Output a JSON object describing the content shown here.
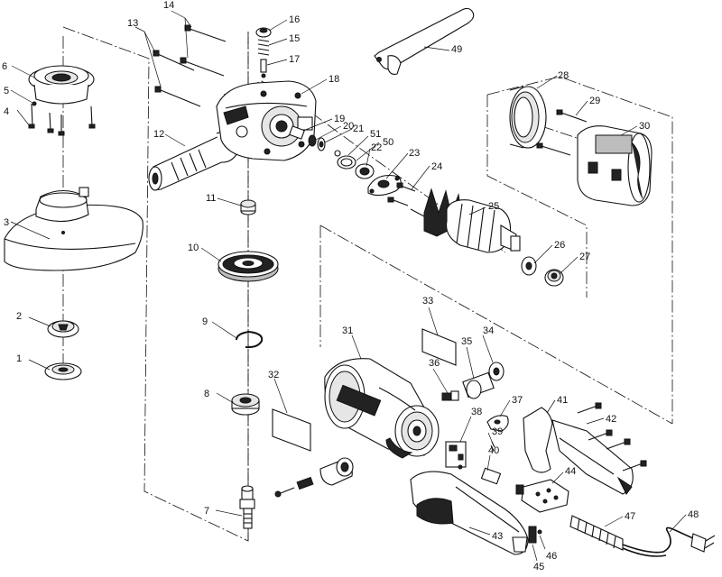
{
  "diagram": {
    "type": "exploded-parts-view",
    "part_numbers": [
      "1",
      "2",
      "3",
      "4",
      "5",
      "6",
      "7",
      "8",
      "9",
      "10",
      "11",
      "12",
      "13",
      "14",
      "15",
      "16",
      "17",
      "18",
      "19",
      "20",
      "21",
      "22",
      "23",
      "24",
      "25",
      "26",
      "27",
      "28",
      "29",
      "30",
      "31",
      "32",
      "33",
      "34",
      "35",
      "36",
      "37",
      "38",
      "39",
      "40",
      "41",
      "42",
      "43",
      "44",
      "45",
      "46",
      "47",
      "48",
      "49",
      "50",
      "51"
    ]
  }
}
